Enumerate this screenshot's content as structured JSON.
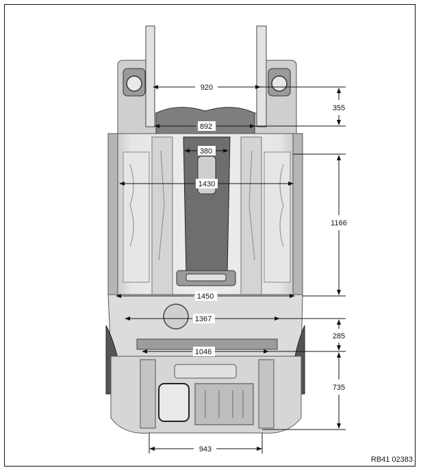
{
  "figure_code": "RB41 02383",
  "dimensions": {
    "d920": "920",
    "d892": "892",
    "d380": "380",
    "d1430": "1430",
    "d1450": "1450",
    "d1367": "1367",
    "d1046": "1046",
    "d943": "943",
    "d355": "355",
    "d1166": "1166",
    "d285": "285",
    "d735": "735"
  },
  "colors": {
    "body_fill": "#d9d9d9",
    "body_dark": "#8c8c8c",
    "tunnel": "#6e6e6e",
    "line": "#111111"
  }
}
